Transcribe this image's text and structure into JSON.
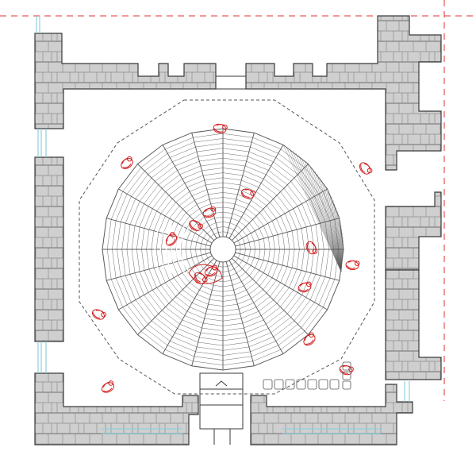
{
  "diagram": {
    "kind": "architectural floor plan",
    "dome_segments": 24,
    "rings": 22,
    "occupant_count": 16,
    "colors": {
      "wall_fill": "#cfcfcf",
      "wall_stroke": "#3a3a3a",
      "stone_joint": "#8e8e8e",
      "dome_line": "#5a5a5a",
      "people": "#d42020",
      "guide": "#e03030",
      "dashed": "#555555",
      "window": "#8fd0dc"
    }
  }
}
